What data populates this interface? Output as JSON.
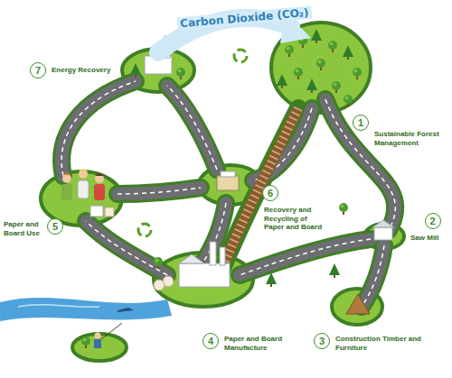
{
  "diagram": {
    "nodes": [
      {
        "text": [
          "1",
          "Sustainable Forest Management"
        ]
      },
      {
        "text": [
          "2",
          "Saw Mill"
        ]
      },
      {
        "text": [
          "3",
          "Construction Timber and Furniture"
        ]
      },
      {
        "text": [
          "4",
          "Paper and Board Manufacture"
        ]
      },
      {
        "text": [
          "5",
          "Paper and Board Use"
        ]
      },
      {
        "text": [
          "6",
          "Recovery and Recycling of Paper and Board"
        ]
      },
      {
        "text": [
          "7",
          "Energy Recovery"
        ]
      }
    ],
    "labels": [
      "Carbon Dioxide (CO₂)"
    ]
  }
}
